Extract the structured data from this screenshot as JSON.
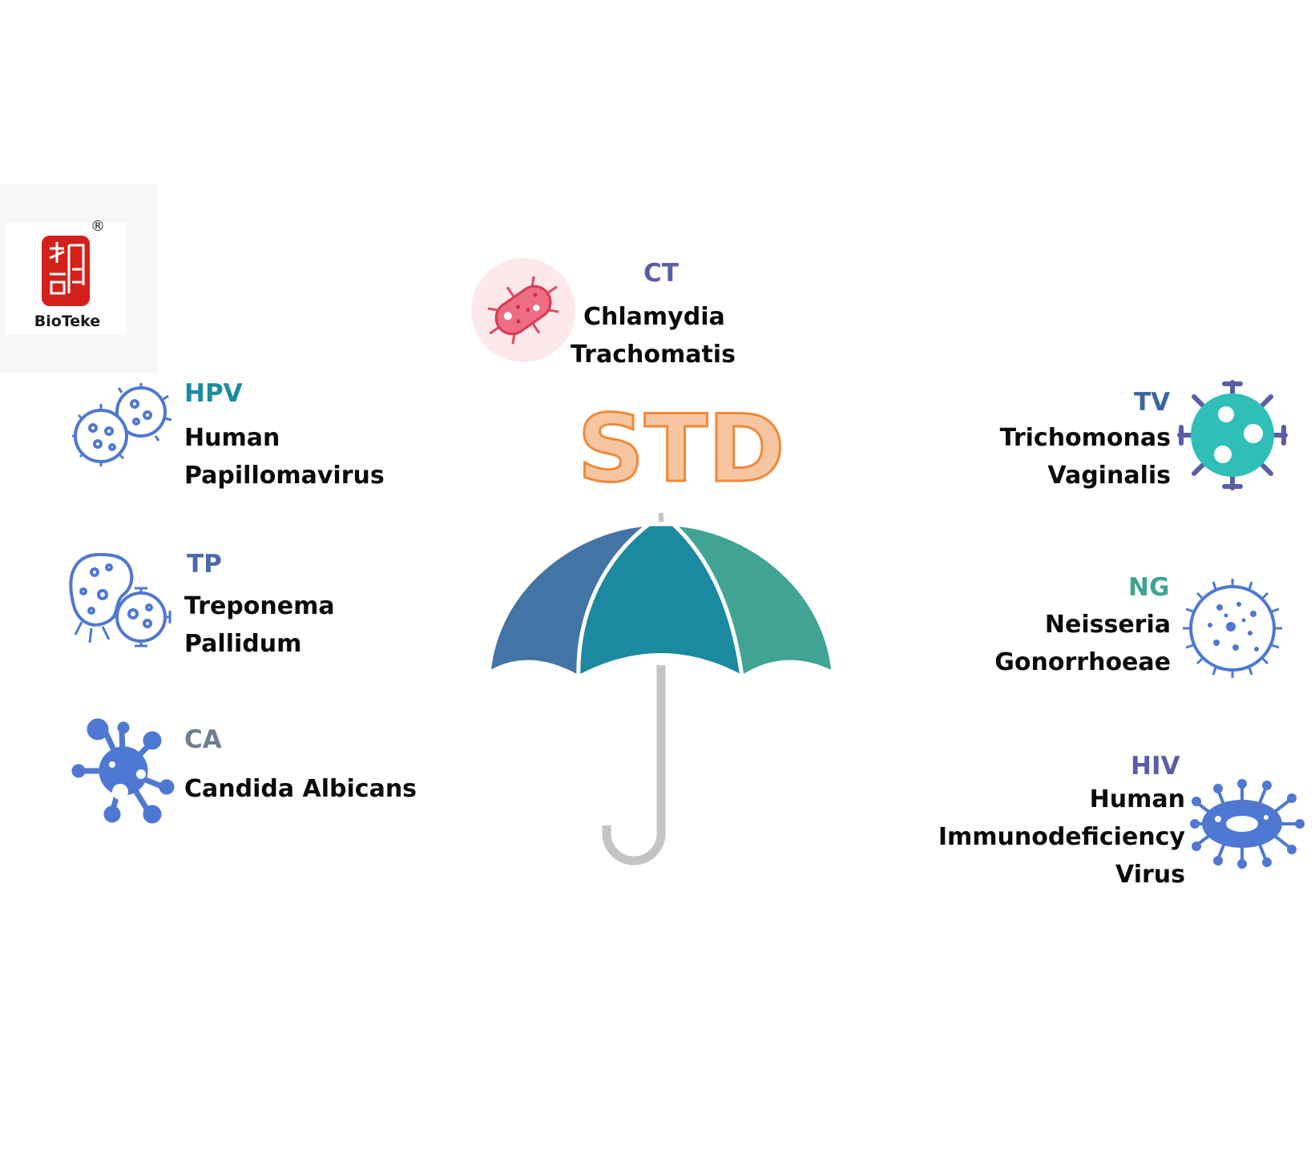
{
  "logo": {
    "brand": "BioTeke",
    "registered": "®"
  },
  "center": {
    "title": "STD"
  },
  "items": [
    {
      "abbr": "CT",
      "lines": [
        "Chlamydia",
        "Trachomatis"
      ],
      "color": "#5b5ea6"
    },
    {
      "abbr": "HPV",
      "lines": [
        "Human",
        "Papillomavirus"
      ],
      "color": "#1b8ca0"
    },
    {
      "abbr": "TP",
      "lines": [
        "Treponema",
        "Pallidum"
      ],
      "color": "#4a6aa8"
    },
    {
      "abbr": "CA",
      "lines": [
        "Candida Albicans"
      ],
      "color": "#6f7f92"
    },
    {
      "abbr": "TV",
      "lines": [
        "Trichomonas",
        "Vaginalis"
      ],
      "color": "#3a66a3"
    },
    {
      "abbr": "NG",
      "lines": [
        "Neisseria",
        "Gonorrhoeae"
      ],
      "color": "#3fa394"
    },
    {
      "abbr": "HIV",
      "lines": [
        "Human",
        "Immunodeficiency",
        "Virus"
      ],
      "color": "#5b5ea6"
    }
  ],
  "colors": {
    "umbrella_left": "#4274a6",
    "umbrella_middle": "#1b89a0",
    "umbrella_right": "#41a394",
    "handle": "#c4c4c4",
    "std_fill": "#f7c6a0",
    "std_stroke": "#ee8a3a",
    "icon_blue": "#4f78d2",
    "tv_teal": "#2fbfb8",
    "ct_pink": "#ef6d82"
  },
  "icons": [
    "bacterium-icon",
    "virus-cluster-icon",
    "bacteria-virus-icon",
    "fungus-icon",
    "protozoa-icon",
    "coccus-icon",
    "hiv-virus-icon"
  ]
}
